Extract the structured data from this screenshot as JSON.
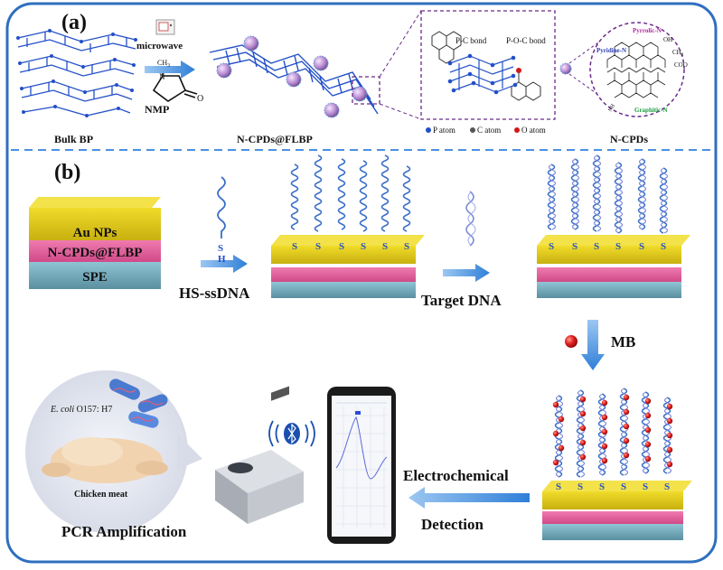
{
  "panel_a": {
    "label": "(a)",
    "bulk_bp": "Bulk BP",
    "microwave": "microwave",
    "nmp": "NMP",
    "nmp_methyl": "CH",
    "nmp_methyl_sub": "3",
    "nmp_oxygen": "O",
    "nmp_nitrogen": "N",
    "product": "N-CPDs@FLBP",
    "pc_bond": "P-C bond",
    "poc_bond": "P-O-C bond",
    "legend_p": "P atom",
    "legend_c": "C atom",
    "legend_o": "O atom",
    "ncpds": "N-CPDs",
    "pyrrolic": "Pyrrolic-N",
    "pyridine": "Pyridine-N",
    "graphitic": "Graphitic-N",
    "oh": "OH",
    "ch3": "CH",
    "ch3_sub": "3",
    "cooh": "COO",
    "nh2": "NH"
  },
  "panel_b": {
    "label": "(b)",
    "au_nps": "Au NPs",
    "ncpds_flbp": "N-CPDs@FLBP",
    "spe": "SPE",
    "thiol_s": "S",
    "thiol_h": "H",
    "s_marker": "S",
    "hs_ssdna": "HS-ssDNA",
    "target_dna": "Target DNA",
    "mb": "MB",
    "electrochemical": "Electrochemical",
    "detection": "Detection",
    "pcr": "PCR Amplification",
    "ecoli_italic": "E. coli",
    "ecoli_rest": " O157: H7",
    "chicken": "Chicken meat"
  },
  "colors": {
    "frame": "#2f6fbf",
    "arrow": "#4a90e2",
    "bp_blue": "#2350c8",
    "gold": "#d4c21a",
    "pink": "#e0609a",
    "spe": "#6fa0b0",
    "dna": "#3a6fc8",
    "mb_red": "#d01818",
    "purple_frame": "#6a2a8a"
  }
}
